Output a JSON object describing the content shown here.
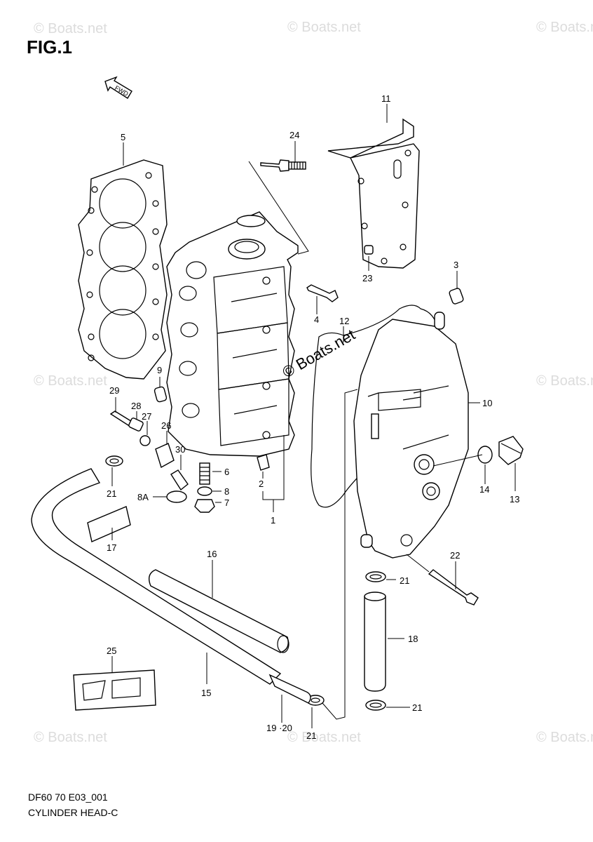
{
  "figure_title": "FIG.1",
  "fwd_label": "FWD",
  "watermark": "© Boats.net",
  "footer": {
    "model_code": "DF60 70 E03_001",
    "section_name": "CYLINDER HEAD-C"
  },
  "callouts": [
    {
      "id": "1",
      "text": "1"
    },
    {
      "id": "2",
      "text": "2"
    },
    {
      "id": "3",
      "text": "3"
    },
    {
      "id": "4",
      "text": "4"
    },
    {
      "id": "5",
      "text": "5"
    },
    {
      "id": "6",
      "text": "6"
    },
    {
      "id": "7",
      "text": "7"
    },
    {
      "id": "8",
      "text": "8"
    },
    {
      "id": "8A",
      "text": "8A"
    },
    {
      "id": "9",
      "text": "9"
    },
    {
      "id": "10",
      "text": "10"
    },
    {
      "id": "11",
      "text": "11"
    },
    {
      "id": "12",
      "text": "12"
    },
    {
      "id": "13",
      "text": "13"
    },
    {
      "id": "14",
      "text": "14"
    },
    {
      "id": "15",
      "text": "15"
    },
    {
      "id": "16",
      "text": "16"
    },
    {
      "id": "17",
      "text": "17"
    },
    {
      "id": "18",
      "text": "18"
    },
    {
      "id": "19-20",
      "text": "19 ·20"
    },
    {
      "id": "21a",
      "text": "21"
    },
    {
      "id": "21b",
      "text": "21"
    },
    {
      "id": "21c",
      "text": "21"
    },
    {
      "id": "21d",
      "text": "21"
    },
    {
      "id": "22",
      "text": "22"
    },
    {
      "id": "23",
      "text": "23"
    },
    {
      "id": "24",
      "text": "24"
    },
    {
      "id": "25",
      "text": "25"
    },
    {
      "id": "26",
      "text": "26"
    },
    {
      "id": "27",
      "text": "27"
    },
    {
      "id": "28",
      "text": "28"
    },
    {
      "id": "29",
      "text": "29"
    },
    {
      "id": "30",
      "text": "30"
    }
  ]
}
